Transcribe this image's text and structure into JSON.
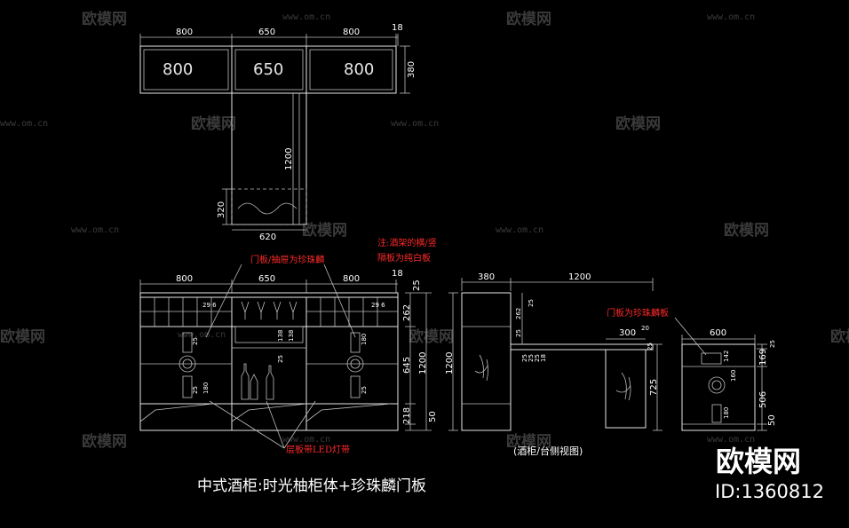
{
  "watermark": {
    "brand": "欧模网",
    "url": "www.om.cn"
  },
  "brand_corner": {
    "name": "欧模网",
    "id": "ID:1360812"
  },
  "title": "中式酒柜:时光柚柜体+珍珠麟门板",
  "top_view": {
    "dims_top": [
      "800",
      "650",
      "800",
      "18"
    ],
    "panel_labels": [
      "800",
      "650",
      "800"
    ],
    "dim_height": "380",
    "dim_length": "1200",
    "dim_side": "320",
    "dim_width": "620"
  },
  "front_view": {
    "dims_top": [
      "800",
      "650",
      "800",
      "18",
      "25"
    ],
    "dims_right": [
      "262",
      "645",
      "218",
      "50"
    ],
    "dim_total": "1200",
    "inner_dims": [
      "25",
      "180",
      "138",
      "25",
      "138",
      "180",
      "25",
      "25"
    ],
    "tiny_labels": [
      "29 6",
      "29 6"
    ]
  },
  "side_view": {
    "dims_top": [
      "380",
      "1200"
    ],
    "dims_inner": [
      "262",
      "25",
      "25",
      "25",
      "25",
      "25",
      "18"
    ],
    "dim_total": "1200",
    "dims_counter": [
      "300",
      "20",
      "25"
    ],
    "dim_counter_height": "725"
  },
  "end_view": {
    "dim_width": "600",
    "dims_right": [
      "25",
      "169",
      "506",
      "50"
    ],
    "inner_dims": [
      "142",
      "160",
      "180"
    ]
  },
  "notes": {
    "door_material": "门板/抽屉为珍珠麟",
    "wine_rack": "注:酒架的横/竖",
    "wine_rack2": "隔板为纯白板",
    "led": "层板带LED灯带",
    "side_door": "门板为珍珠麟板",
    "side_caption": "(酒柜/台侧视图)"
  }
}
